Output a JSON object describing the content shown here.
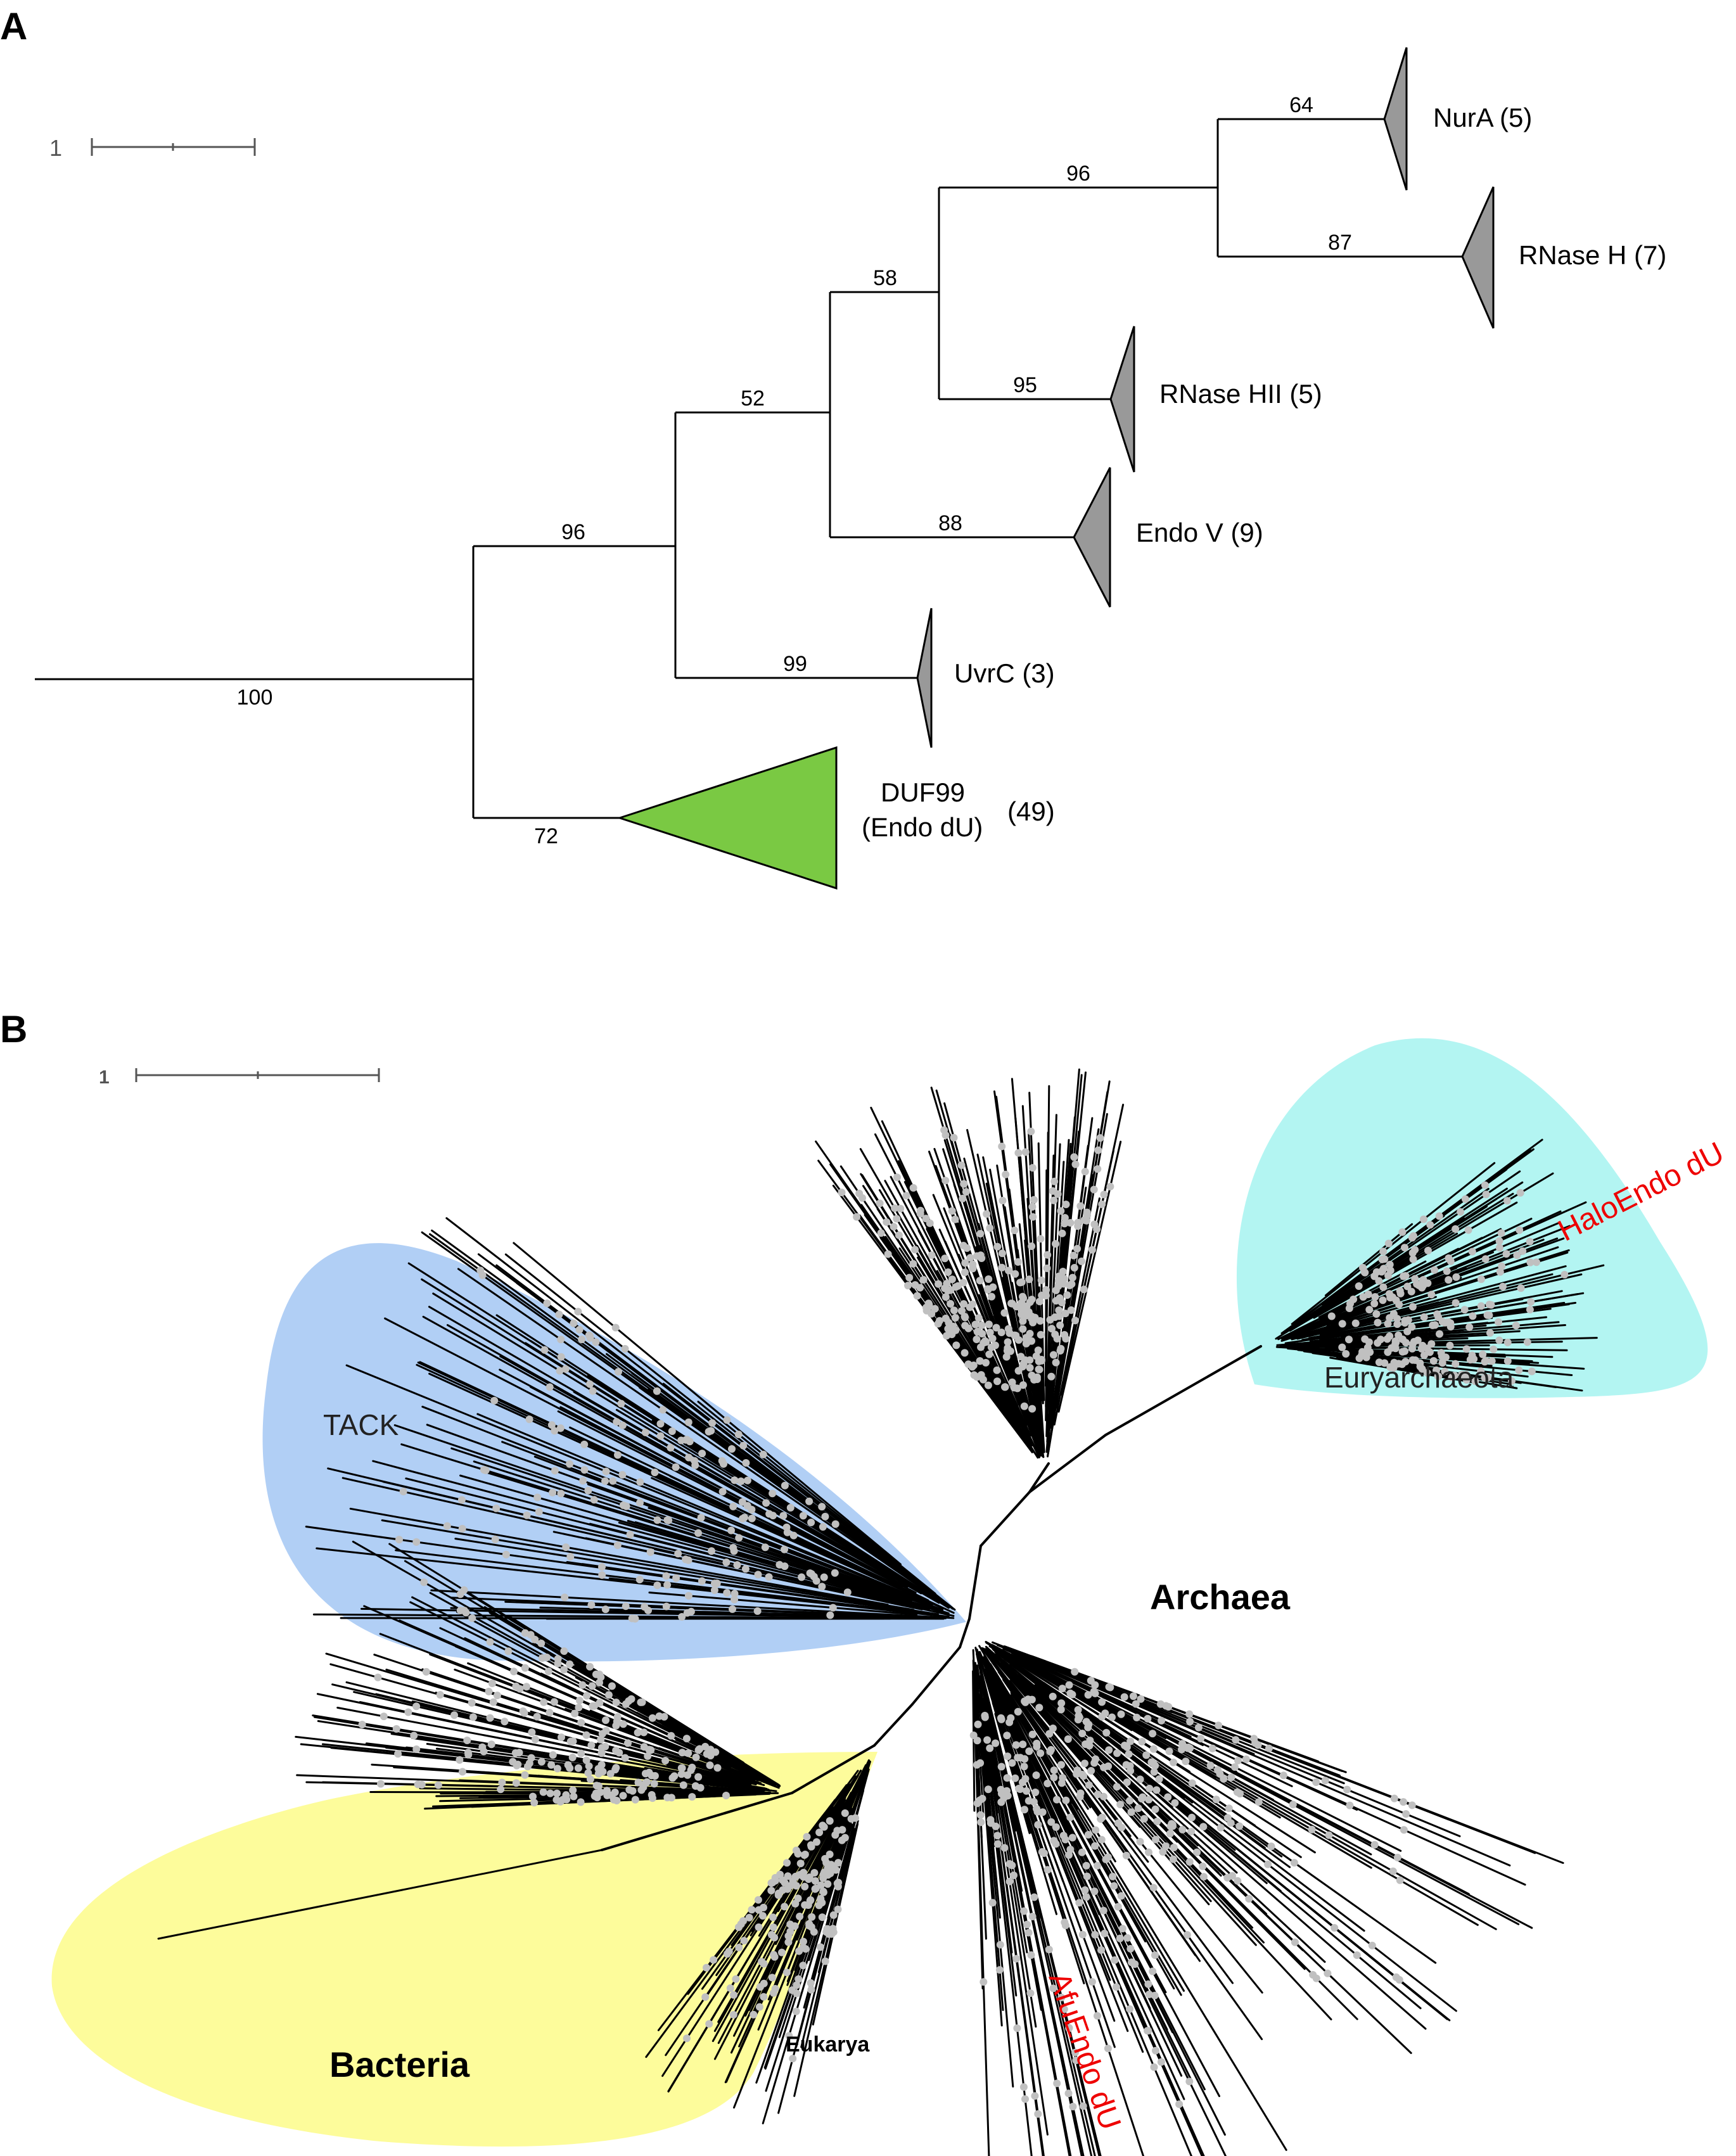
{
  "panel_a": {
    "label": "A",
    "scale_label": "1",
    "bootstrap": {
      "root": "100",
      "duf99_branch": "72",
      "main_clade": "96",
      "uvrc_branch": "99",
      "upper_clade": "52",
      "endov_branch": "88",
      "rnase_group": "58",
      "rnasehii_branch": "95",
      "nura_rnaseh": "96",
      "nura_branch": "64",
      "rnaseh_branch": "87"
    },
    "clades": {
      "nura": "NurA (5)",
      "rnaseh": "RNase H (7)",
      "rnasehii": "RNase HII (5)",
      "endov": "Endo V (9)",
      "uvrc": "UvrC (3)",
      "duf99_line1": "DUF99",
      "duf99_line2": "(Endo dU)",
      "duf99_count": "(49)"
    },
    "colors": {
      "collapsed_clade": "#999999",
      "duf99_clade": "#7ac943"
    }
  },
  "panel_b": {
    "label": "B",
    "scale_label": "1",
    "regions": {
      "tack": "TACK",
      "euryarchaeota": "Euryarchaeota",
      "archaea": "Archaea",
      "bacteria": "Bacteria",
      "eukarya": "Eukarya"
    },
    "highlights": {
      "halo": "HaloEndo dU",
      "afu": "AfuEndo dU"
    },
    "colors": {
      "tack": "#b1cff5",
      "euryarchaeota": "#b3f5f2",
      "bacteria": "#fdfc9b",
      "highlight_text": "#ee0000",
      "node_dots": "#c0c0c0"
    }
  }
}
